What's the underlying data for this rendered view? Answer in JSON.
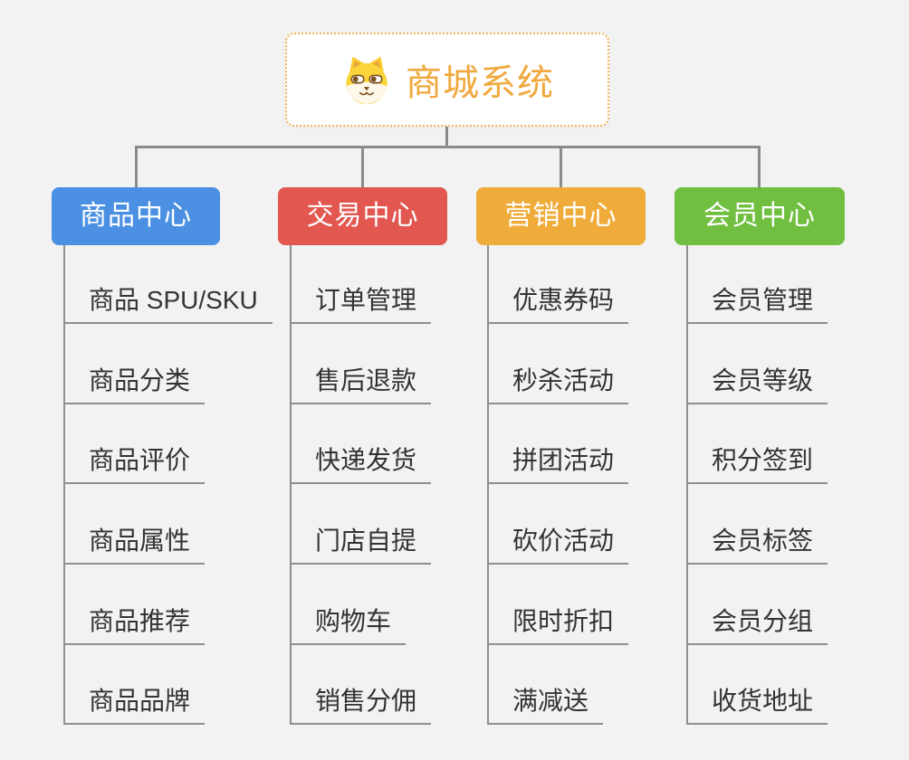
{
  "page": {
    "background_color": "#f2f2f2",
    "connector_color": "#8a8a8a"
  },
  "root": {
    "label": "商城系统",
    "icon": "doge-icon",
    "text_color": "#f0a93e",
    "border_color": "#f2b35a"
  },
  "branches": [
    {
      "label": "商品中心",
      "color": "#4b90e2",
      "children": [
        "商品 SPU/SKU",
        "商品分类",
        "商品评价",
        "商品属性",
        "商品推荐",
        "商品品牌"
      ]
    },
    {
      "label": "交易中心",
      "color": "#e25750",
      "children": [
        "订单管理",
        "售后退款",
        "快递发货",
        "门店自提",
        "购物车",
        "销售分佣"
      ]
    },
    {
      "label": "营销中心",
      "color": "#efac3b",
      "children": [
        "优惠券码",
        "秒杀活动",
        "拼团活动",
        "砍价活动",
        "限时折扣",
        "满减送"
      ]
    },
    {
      "label": "会员中心",
      "color": "#70bf40",
      "children": [
        "会员管理",
        "会员等级",
        "积分签到",
        "会员标签",
        "会员分组",
        "收货地址"
      ]
    }
  ]
}
